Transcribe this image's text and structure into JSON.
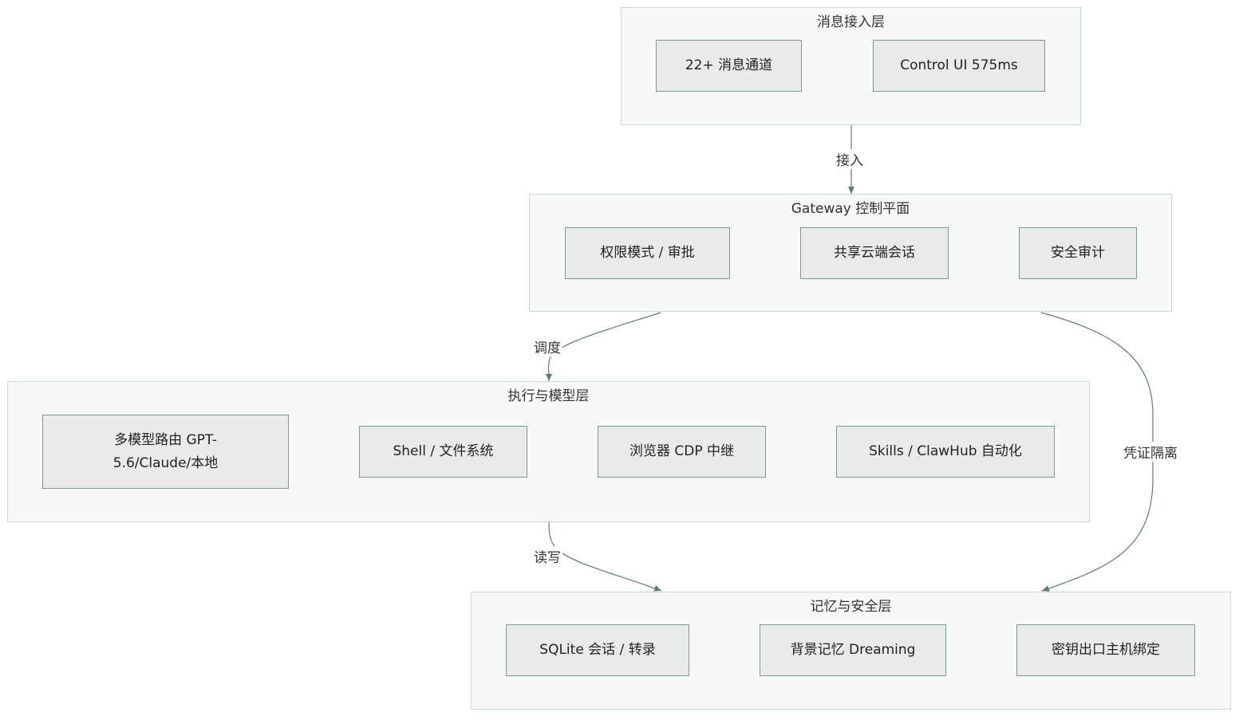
{
  "groups": {
    "access": {
      "title": "消息接入层",
      "nodes": [
        "22+ 消息通道",
        "Control UI 575ms"
      ]
    },
    "gateway": {
      "title": "Gateway 控制平面",
      "nodes": [
        "权限模式 / 审批",
        "共享云端会话",
        "安全审计"
      ]
    },
    "exec": {
      "title": "执行与模型层",
      "nodes": [
        "多模型路由 GPT-5.6/Claude/本地",
        "Shell / 文件系统",
        "浏览器 CDP 中继",
        "Skills / ClawHub 自动化"
      ]
    },
    "memory": {
      "title": "记忆与安全层",
      "nodes": [
        "SQLite 会话 / 转录",
        "背景记忆 Dreaming",
        "密钥出口主机绑定"
      ]
    }
  },
  "edge_labels": {
    "access_to_gateway": "接入",
    "gateway_to_exec": "调度",
    "gateway_to_memory": "凭证隔离",
    "exec_to_memory": "读写"
  },
  "colors": {
    "group_fill": "#f7f9f8",
    "group_border": "#c8d8d2",
    "node_fill": "#e8ebea",
    "node_border": "#7c9a8e",
    "edge": "#5f7d72"
  }
}
